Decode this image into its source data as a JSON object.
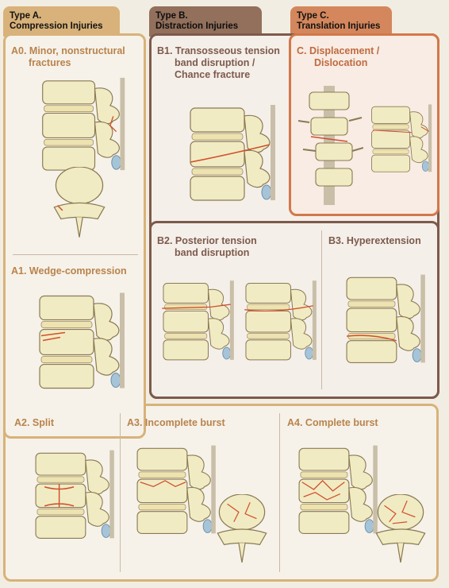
{
  "tabs": {
    "a": {
      "line1": "Type A.",
      "line2": "Compression Injuries"
    },
    "b": {
      "line1": "Type B.",
      "line2": "Distraction Injuries"
    },
    "c": {
      "line1": "Type C.",
      "line2": "Translation Injuries"
    }
  },
  "sections": {
    "a0": {
      "line1": "A0. Minor, nonstructural",
      "line2": "fractures"
    },
    "a1": {
      "line1": "A1. Wedge-compression"
    },
    "a2": {
      "line1": "A2. Split"
    },
    "a3": {
      "line1": "A3. Incomplete burst"
    },
    "a4": {
      "line1": "A4. Complete burst"
    },
    "b1": {
      "line1": "B1. Transosseous tension",
      "line2": "band disruption /",
      "line3": "Chance fracture"
    },
    "b2": {
      "line1": "B2. Posterior tension",
      "line2": "band disruption"
    },
    "b3": {
      "line1": "B3. Hyperextension"
    },
    "c": {
      "line1": "C. Displacement /",
      "line2": "Dislocation"
    }
  },
  "colors": {
    "typeA": "#d8b27a",
    "typeB": "#7d5a4b",
    "typeC": "#d2784a",
    "bone": "#f1ebc4",
    "fracture": "#d0502a",
    "disc": "#a6c4d8"
  }
}
